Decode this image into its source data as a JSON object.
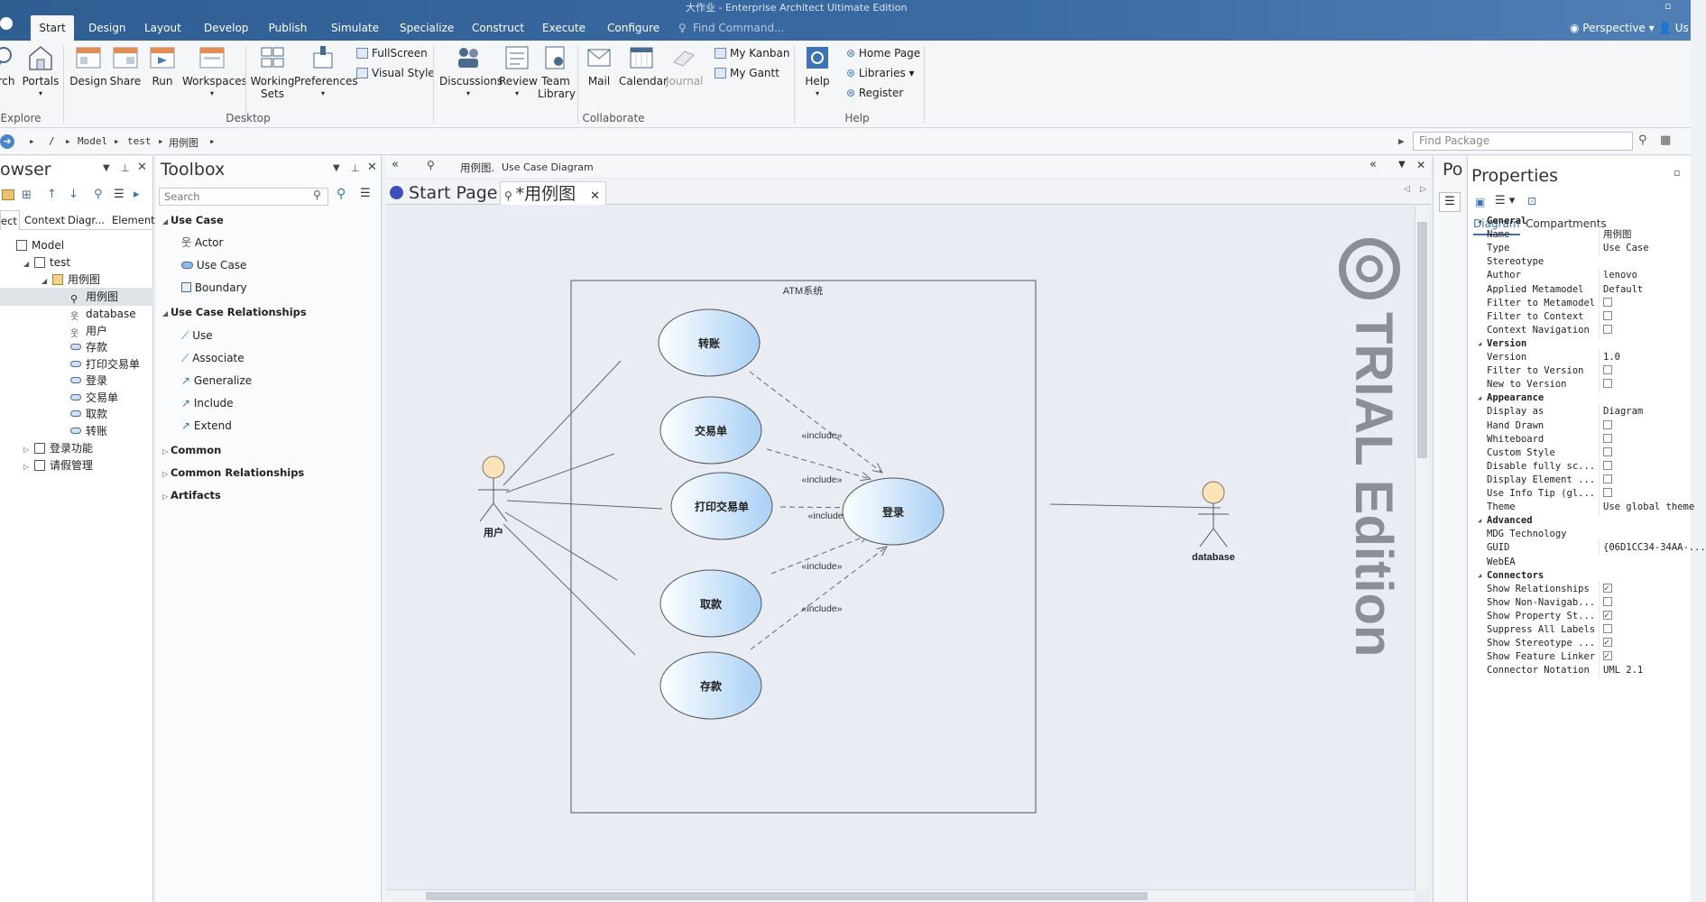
{
  "window": {
    "title": "大作业 - Enterprise Architect Ultimate Edition"
  },
  "ribbon_tabs": [
    "Start",
    "Design",
    "Layout",
    "Develop",
    "Publish",
    "Simulate",
    "Specialize",
    "Construct",
    "Execute",
    "Configure"
  ],
  "find_command": {
    "placeholder": "Find Command..."
  },
  "perspective": {
    "label": "Perspective",
    "user": "Us"
  },
  "ribbon": {
    "explore": {
      "label": "Explore",
      "search": "rch",
      "portals": "Portals"
    },
    "desktop": {
      "label": "Desktop",
      "design": "Design",
      "share": "Share",
      "run": "Run",
      "workspaces": "Workspaces",
      "working_sets_1": "Working",
      "working_sets_2": "Sets",
      "preferences": "Preferences",
      "fullscreen": "FullScreen",
      "visual_style": "Visual Style"
    },
    "collaborate": {
      "label": "Collaborate",
      "discussions": "Discussions",
      "review": "Review",
      "team_library_1": "Team",
      "team_library_2": "Library",
      "mail": "Mail",
      "calendar": "Calendar",
      "journal": "Journal",
      "my_kanban": "My Kanban",
      "my_gantt": "My Gantt"
    },
    "help": {
      "label": "Help",
      "help": "Help",
      "home_page": "Home Page",
      "libraries": "Libraries",
      "register": "Register"
    }
  },
  "pathbar": {
    "root": "/",
    "model": "Model",
    "package": "test",
    "diagram": "用例图",
    "find_package_placeholder": "Find Package"
  },
  "browser": {
    "title": "owser",
    "tabs": [
      "ect",
      "Context",
      "Diagr...",
      "Element"
    ],
    "tree": [
      {
        "label": "Model",
        "indent": 0
      },
      {
        "label": "test",
        "indent": 1
      },
      {
        "label": "用例图",
        "indent": 2
      },
      {
        "label": "用例图",
        "indent": 3,
        "selected": true
      },
      {
        "label": "database",
        "indent": 3
      },
      {
        "label": "用户",
        "indent": 3
      },
      {
        "label": "存款",
        "indent": 3
      },
      {
        "label": "打印交易单",
        "indent": 3
      },
      {
        "label": "登录",
        "indent": 3
      },
      {
        "label": "交易单",
        "indent": 3
      },
      {
        "label": "取款",
        "indent": 3
      },
      {
        "label": "转账",
        "indent": 3
      },
      {
        "label": "登录功能",
        "indent": 1
      },
      {
        "label": "请假管理",
        "indent": 1
      }
    ]
  },
  "toolbox": {
    "title": "Toolbox",
    "search_placeholder": "Search",
    "sections": {
      "use_case": {
        "title": "Use Case",
        "items": [
          "Actor",
          "Use Case",
          "Boundary"
        ]
      },
      "use_case_rel": {
        "title": "Use Case Relationships",
        "items": [
          "Use",
          "Associate",
          "Generalize",
          "Include",
          "Extend"
        ]
      },
      "common": "Common",
      "common_rel": "Common Relationships",
      "artifacts": "Artifacts"
    }
  },
  "diagram_view": {
    "caption_name": "用例图.",
    "caption_type": "Use Case Diagram",
    "tabs": {
      "start": "Start Page",
      "diagram": "*用例图"
    },
    "trial_watermark": "TRIAL Edition",
    "boundary": "ATM系统",
    "actors": {
      "user": "用户",
      "db": "database"
    },
    "use_cases": {
      "transfer": "转账",
      "statement": "交易单",
      "print": "打印交易单",
      "withdraw": "取款",
      "deposit": "存款",
      "login": "登录"
    },
    "include_label": "«include»"
  },
  "right_strip": {
    "title": "Po"
  },
  "properties": {
    "title": "Properties",
    "tabs": [
      "Diagram",
      "Compartments"
    ],
    "rows": [
      {
        "k": "General",
        "sec": true
      },
      {
        "k": "Name",
        "v": "用例图"
      },
      {
        "k": "Type",
        "v": "Use Case"
      },
      {
        "k": "Stereotype",
        "v": ""
      },
      {
        "k": "Author",
        "v": "lenovo"
      },
      {
        "k": "Applied Metamodel",
        "v": "Default"
      },
      {
        "k": "Filter to Metamodel",
        "cb": false
      },
      {
        "k": "Filter to Context",
        "cb": false
      },
      {
        "k": "Context Navigation",
        "cb": false
      },
      {
        "k": "Version",
        "sec": true
      },
      {
        "k": "Version",
        "v": "1.0"
      },
      {
        "k": "Filter to Version",
        "cb": false
      },
      {
        "k": "New to Version",
        "cb": false
      },
      {
        "k": "Appearance",
        "sec": true
      },
      {
        "k": "Display as",
        "v": "Diagram"
      },
      {
        "k": "Hand Drawn",
        "cb": false
      },
      {
        "k": "Whiteboard",
        "cb": false
      },
      {
        "k": "Custom Style",
        "cb": false
      },
      {
        "k": "Disable fully sc...",
        "cb": false
      },
      {
        "k": "Display Element ...",
        "cb": false
      },
      {
        "k": "Use Info Tip (gl...",
        "cb": false
      },
      {
        "k": "Theme",
        "v": "Use global theme"
      },
      {
        "k": "Advanced",
        "sec": true
      },
      {
        "k": "MDG Technology",
        "v": ""
      },
      {
        "k": "GUID",
        "v": "{06D1CC34-34AA-..."
      },
      {
        "k": "WebEA",
        "v": ""
      },
      {
        "k": "Connectors",
        "sec": true
      },
      {
        "k": "Show Relationships",
        "cb": true
      },
      {
        "k": "Show Non-Navigab...",
        "cb": false
      },
      {
        "k": "Show Property St...",
        "cb": true
      },
      {
        "k": "Suppress All Labels",
        "cb": false
      },
      {
        "k": "Show Stereotype ...",
        "cb": true
      },
      {
        "k": "Show Feature Linker",
        "cb": true
      },
      {
        "k": "Connector Notation",
        "v": "UML 2.1"
      }
    ]
  },
  "colors": {
    "titlebar": "#2f5e93",
    "usecase_fill": "#cde4fb",
    "actor_head": "#fce4b8",
    "canvas": "#e9edf3"
  }
}
